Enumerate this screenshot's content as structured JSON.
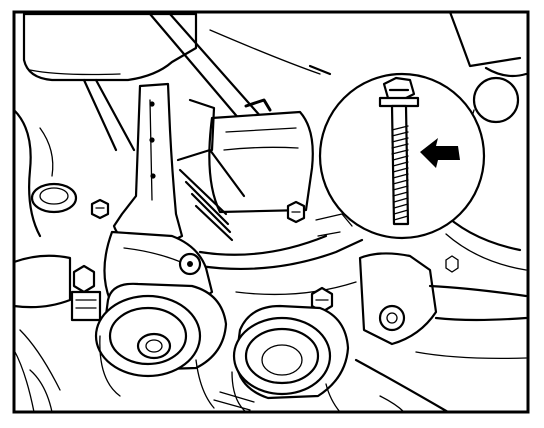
{
  "figure": {
    "frame_color": "#000000",
    "background": "#ffffff",
    "icons": [
      "engine-block",
      "mounting-bracket",
      "pulley",
      "hex-bolt",
      "arrow-icon"
    ]
  }
}
